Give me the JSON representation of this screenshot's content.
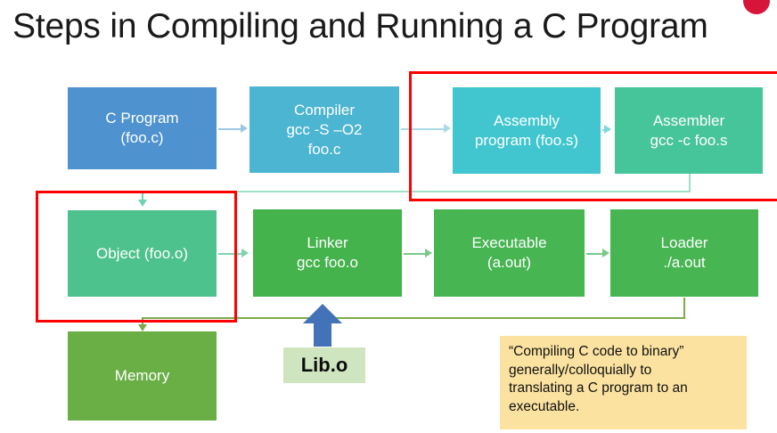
{
  "slide": {
    "title": "Steps in Compiling and Running a C Program",
    "accent_red": "#fe0000",
    "dot_color": "#d7143a"
  },
  "boxes": [
    {
      "name": "c-program",
      "lines": [
        "C Program",
        "(foo.c)"
      ],
      "color": "#4e92cf"
    },
    {
      "name": "compiler",
      "lines": [
        "Compiler",
        "gcc -S –O2",
        "foo.c"
      ],
      "color": "#4cb5d2"
    },
    {
      "name": "assembly-program",
      "lines": [
        "Assembly",
        "program (foo.s)"
      ],
      "color": "#41c6cf"
    },
    {
      "name": "assembler",
      "lines": [
        "Assembler",
        "gcc -c foo.s"
      ],
      "color": "#46c49a"
    },
    {
      "name": "object",
      "lines": [
        "Object (foo.o)"
      ],
      "color": "#4dc28c"
    },
    {
      "name": "linker",
      "lines": [
        "Linker",
        "gcc foo.o"
      ],
      "color": "#44b34c"
    },
    {
      "name": "executable",
      "lines": [
        "Executable",
        "(a.out)"
      ],
      "color": "#46b552"
    },
    {
      "name": "loader",
      "lines": [
        "Loader",
        "./a.out"
      ],
      "color": "#46b552"
    },
    {
      "name": "memory",
      "lines": [
        "Memory"
      ],
      "color": "#6aae46"
    }
  ],
  "lib": {
    "label": "Lib.o",
    "arrow_color": "#4472b8",
    "chip_color": "#cfe5c0"
  },
  "note": {
    "lines": [
      "“Compiling C code to binary”",
      "generally/colloquially to",
      "translating a C program to an",
      "executable."
    ],
    "background": "#fbe2a0"
  }
}
